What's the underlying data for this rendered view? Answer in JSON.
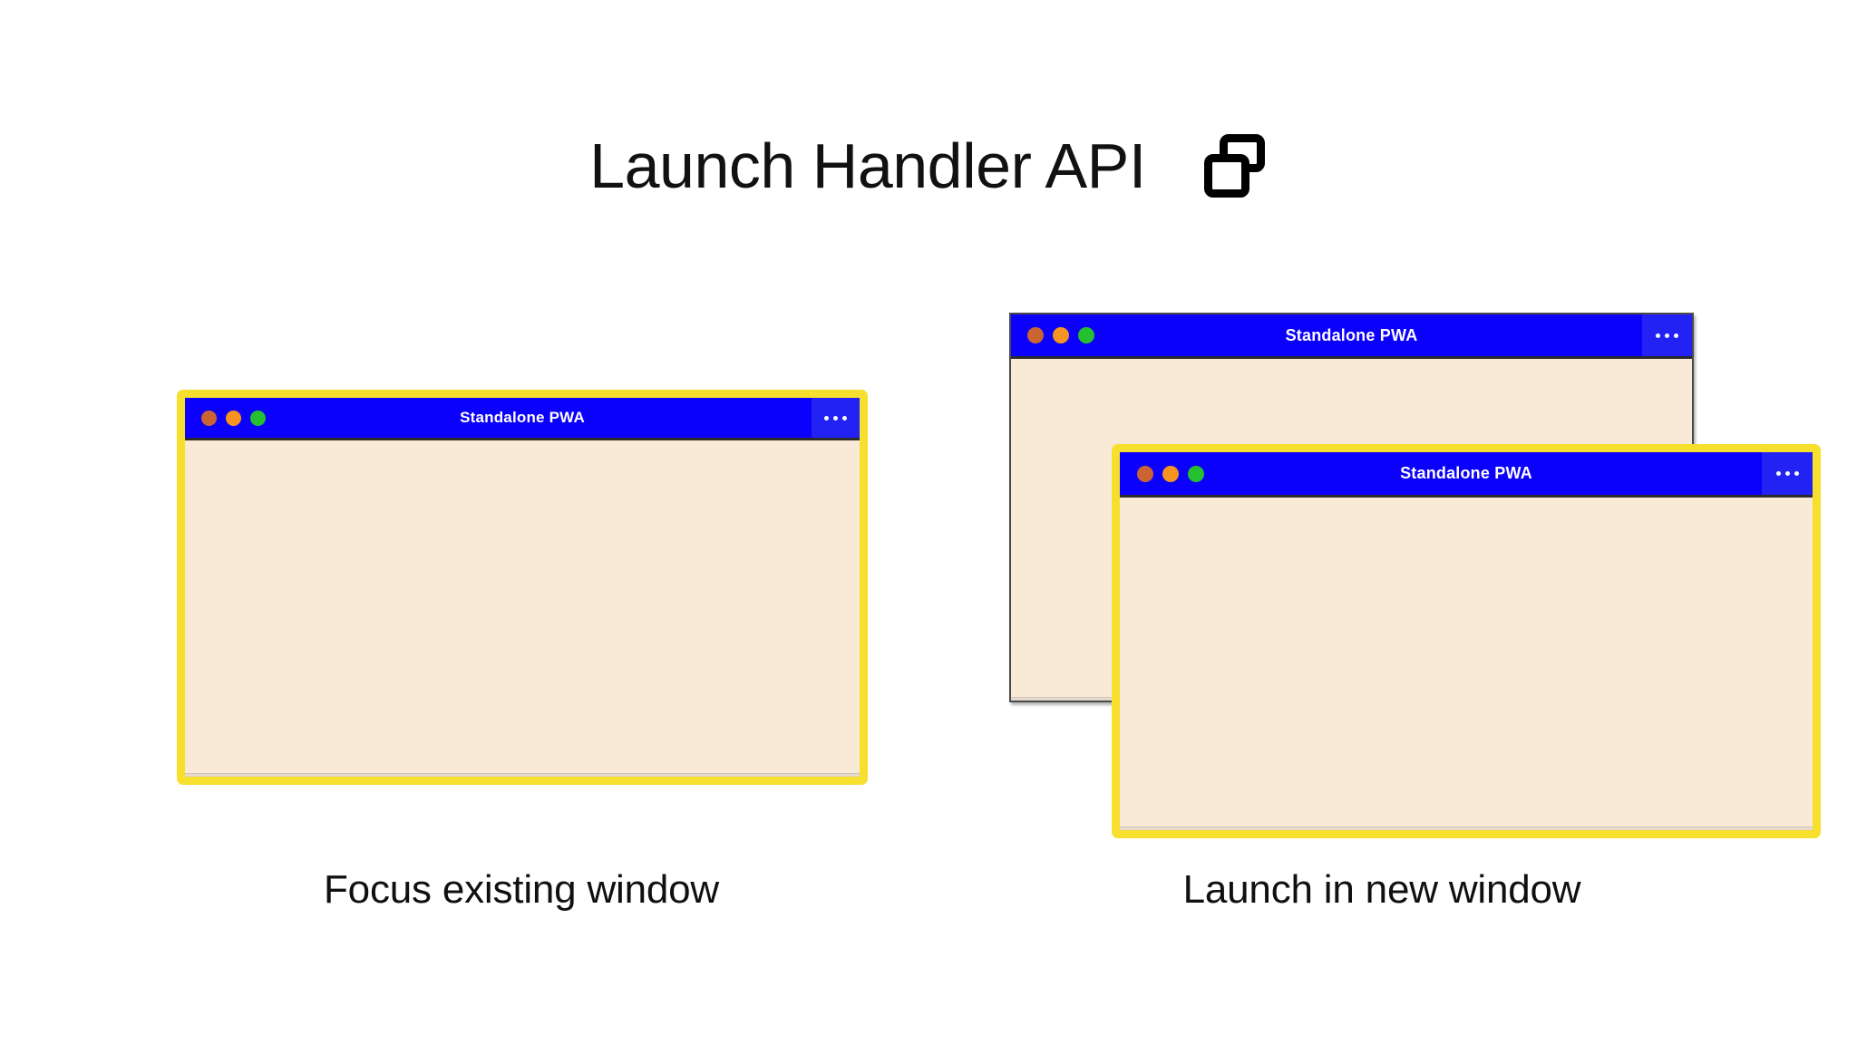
{
  "header": {
    "title": "Launch Handler API",
    "icon": "multi-window-icon"
  },
  "colors": {
    "titlebar_blue": "#0b00fb",
    "menu_button_blue": "#2222f5",
    "window_body_cream": "#f9e9d7",
    "highlight_yellow": "#f7df2e",
    "plain_border_gray": "#4a4a4a",
    "dot_close": "#cb6433",
    "dot_minimize": "#f79421",
    "dot_maximize": "#25c02f",
    "page_background": "#ffffff",
    "text_black": "#101010"
  },
  "panels": [
    {
      "id": "focus",
      "caption": "Focus existing window",
      "windows": [
        {
          "id": "focus-window",
          "title": "Standalone PWA",
          "highlighted": true,
          "menu_label": "···",
          "traffic_lights": [
            "close",
            "minimize",
            "maximize"
          ]
        }
      ]
    },
    {
      "id": "new",
      "caption": "Launch in new window",
      "windows": [
        {
          "id": "back-window",
          "title": "Standalone PWA",
          "highlighted": false,
          "menu_label": "···",
          "traffic_lights": [
            "close",
            "minimize",
            "maximize"
          ]
        },
        {
          "id": "new-window",
          "title": "Standalone PWA",
          "highlighted": true,
          "menu_label": "···",
          "traffic_lights": [
            "close",
            "minimize",
            "maximize"
          ]
        }
      ]
    }
  ]
}
